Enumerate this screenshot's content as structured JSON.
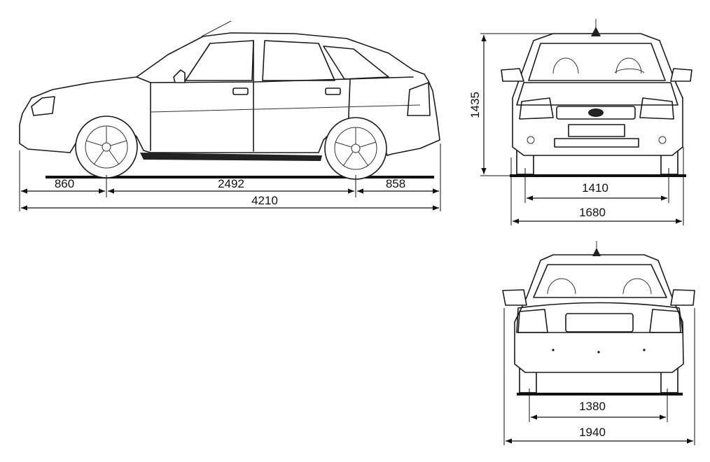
{
  "dimensions": {
    "front_overhang": "860",
    "wheelbase": "2492",
    "rear_overhang": "858",
    "overall_length": "4210",
    "height": "1435",
    "front_track": "1410",
    "width_front": "1680",
    "rear_track": "1380",
    "width_mirrors": "1940"
  },
  "colors": {
    "line": "#1a1a1a",
    "background": "#ffffff"
  }
}
